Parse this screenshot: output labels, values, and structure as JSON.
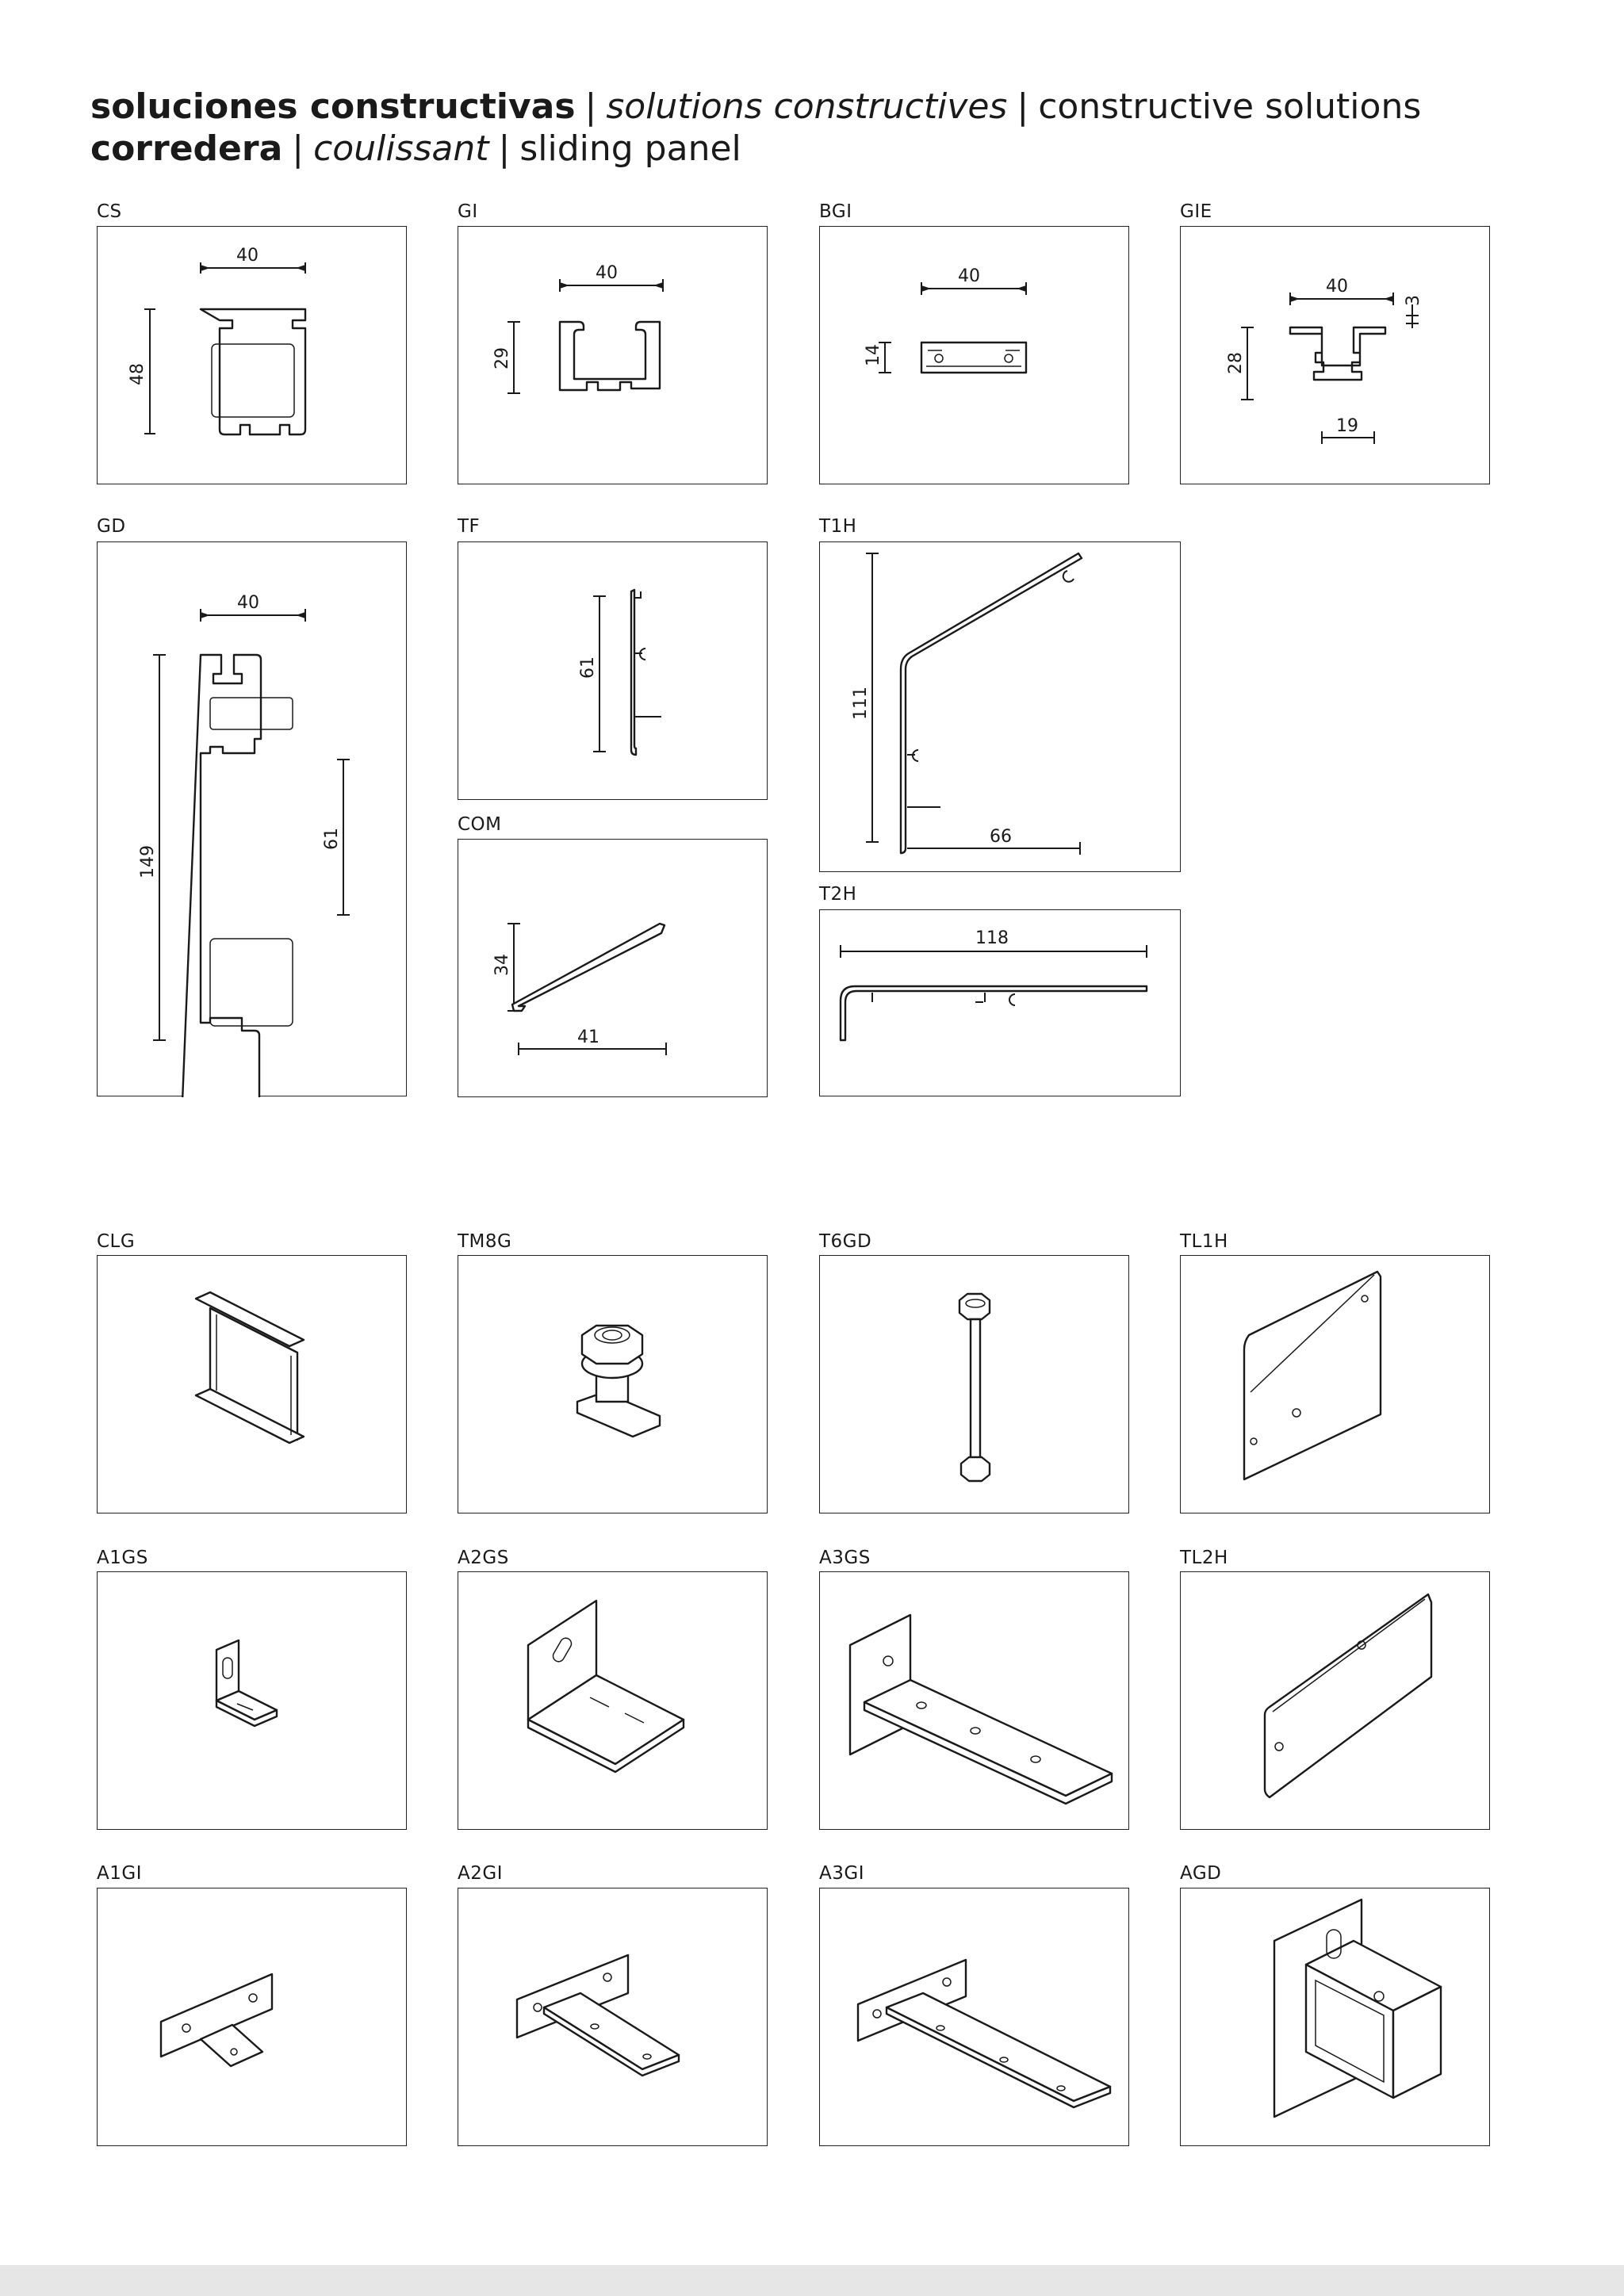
{
  "header": {
    "line1": {
      "es": "soluciones constructivas",
      "fr": "solutions constructives",
      "en": "constructive solutions"
    },
    "line2": {
      "es": "corredera",
      "fr": "coulissant",
      "en": "sliding panel"
    },
    "separator": "|"
  },
  "profiles": {
    "cs": {
      "code": "CS",
      "width": "40",
      "height": "48"
    },
    "gi": {
      "code": "GI",
      "width": "40",
      "height": "29"
    },
    "bgi": {
      "code": "BGI",
      "width": "40",
      "height": "14"
    },
    "gie": {
      "code": "GIE",
      "width": "40",
      "height": "28",
      "lip": "3",
      "bottom": "19"
    },
    "gd": {
      "code": "GD",
      "width": "40",
      "height": "149",
      "inner": "61"
    },
    "tf": {
      "code": "TF",
      "height": "61"
    },
    "t1h": {
      "code": "T1H",
      "height": "111",
      "width": "66"
    },
    "com": {
      "code": "COM",
      "height": "34",
      "width": "41"
    },
    "t2h": {
      "code": "T2H",
      "width": "118"
    }
  },
  "accessories": {
    "clg": "CLG",
    "tm8g": "TM8G",
    "t6gd": "T6GD",
    "tl1h": "TL1H",
    "a1gs": "A1GS",
    "a2gs": "A2GS",
    "a3gs": "A3GS",
    "tl2h": "TL2H",
    "a1gi": "A1GI",
    "a2gi": "A2GI",
    "a3gi": "A3GI",
    "agd": "AGD"
  }
}
